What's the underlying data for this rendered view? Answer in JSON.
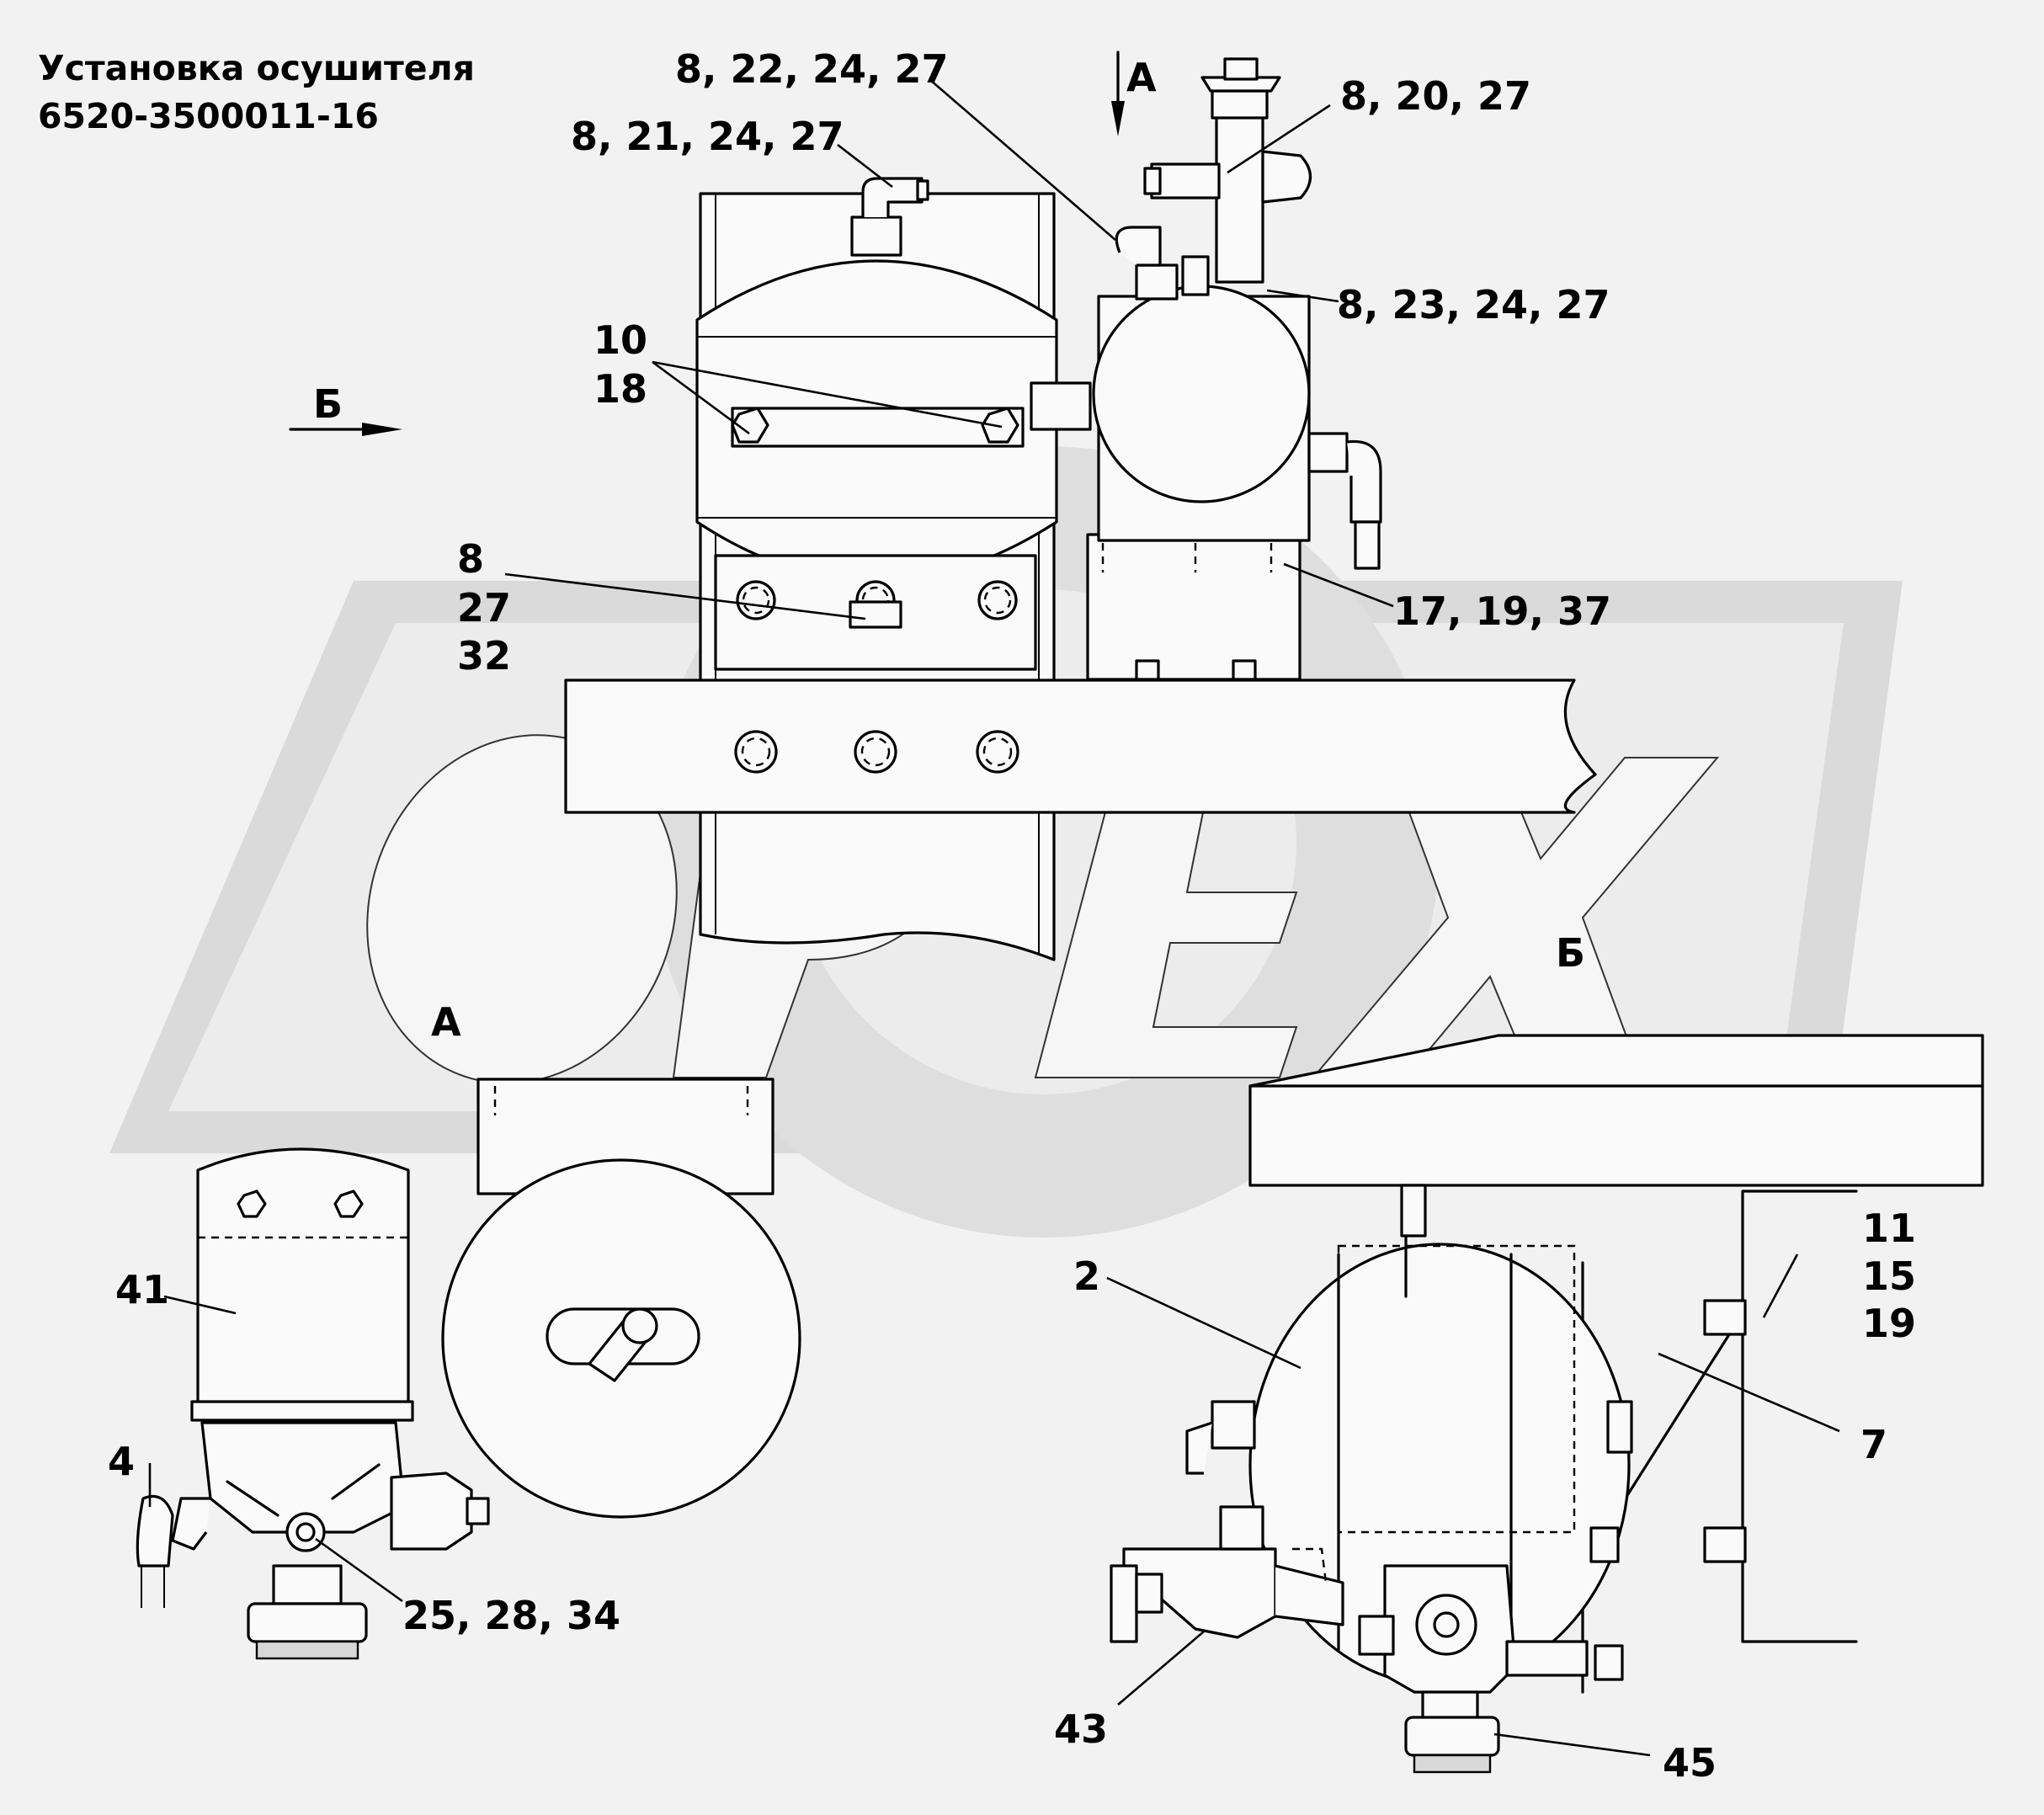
{
  "title": {
    "line1": "Установка осушителя",
    "line2": "6520-3500011-16"
  },
  "watermark": {
    "text": "OPEX",
    "color": "#dcdcdc"
  },
  "views": {
    "a_arrow": "А",
    "b_arrow": "Б",
    "a_label": "А",
    "b_label": "Б"
  },
  "callouts": {
    "c_8_22_24_27": "8, 22, 24, 27",
    "c_8_20_27": "8, 20, 27",
    "c_8_21_24_27": "8, 21, 24, 27",
    "c_8_23_24_27": "8, 23, 24, 27",
    "c_10": "10",
    "c_18": "18",
    "c_8": "8",
    "c_27": "27",
    "c_32": "32",
    "c_17_19_37": "17, 19, 37",
    "c_41": "41",
    "c_4": "4",
    "c_25_28_34": "25, 28, 34",
    "c_2": "2",
    "c_11": "11",
    "c_15": "15",
    "c_19": "19",
    "c_7": "7",
    "c_43": "43",
    "c_45": "45"
  }
}
